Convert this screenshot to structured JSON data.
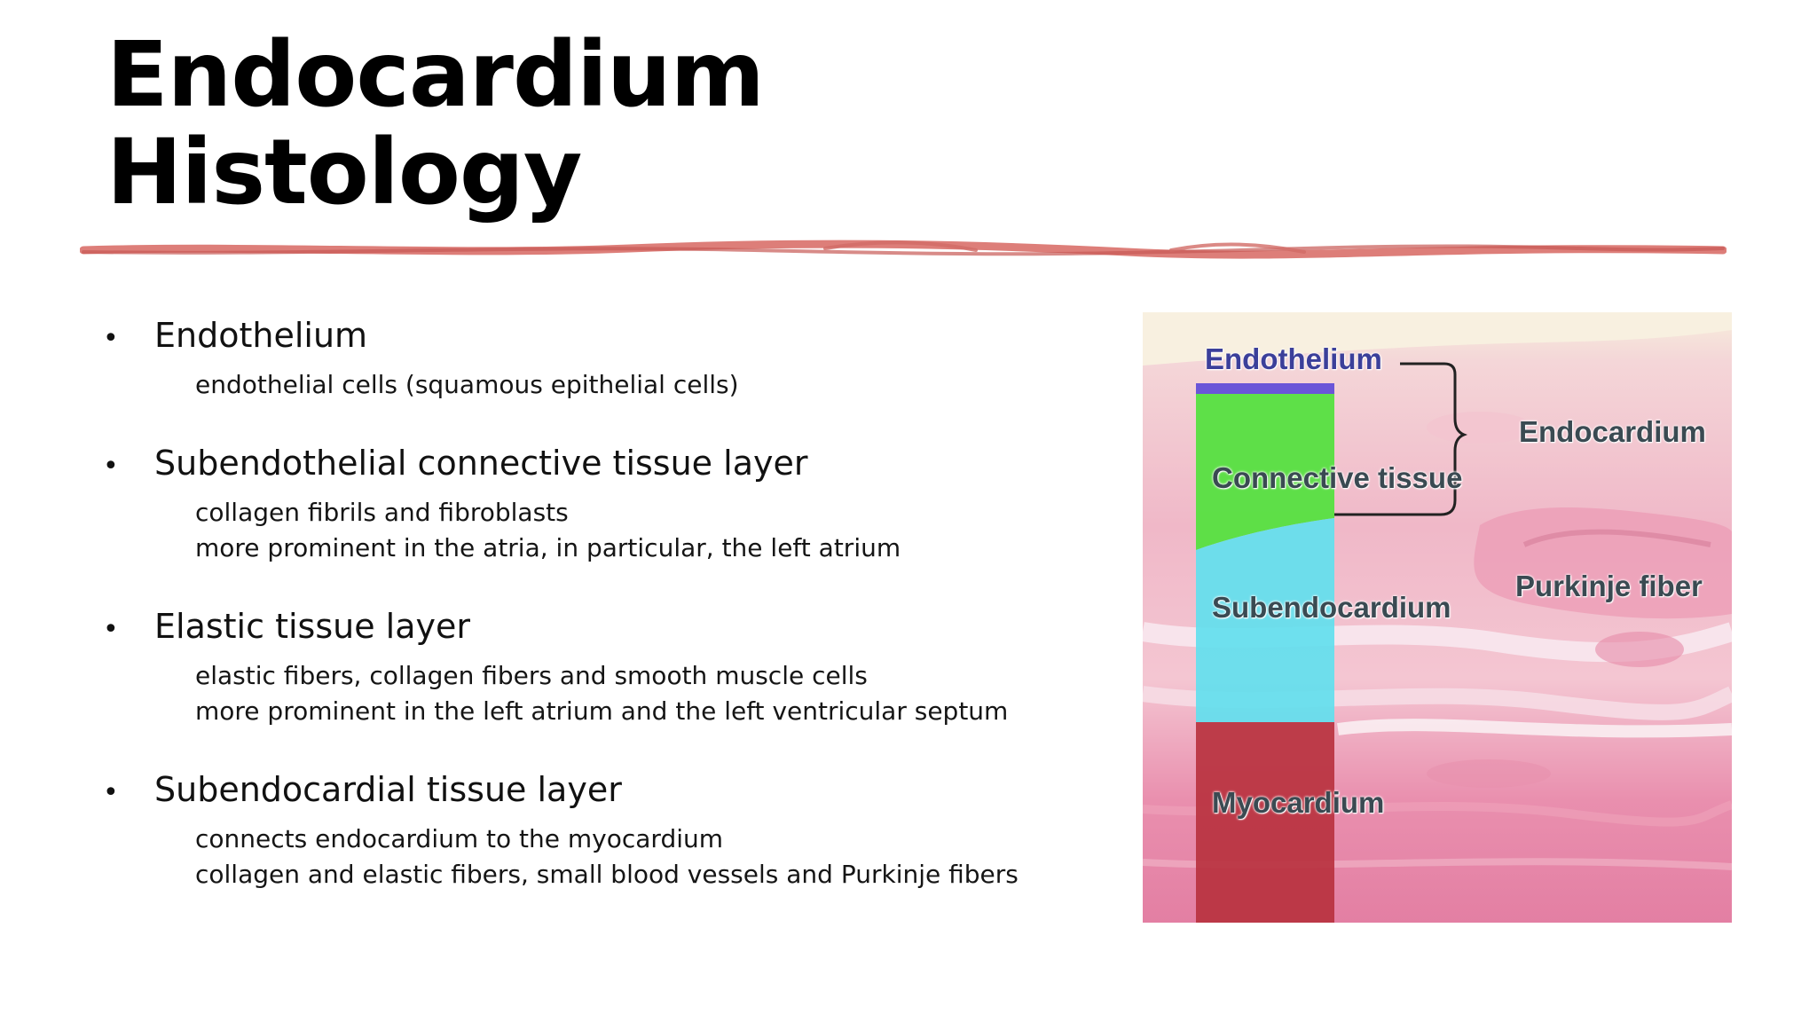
{
  "slide": {
    "title_line1": "Endocardium",
    "title_line2": "Histology",
    "divider_color": "#d9706a",
    "bullets": [
      {
        "heading": "Endothelium",
        "details": [
          "endothelial cells (squamous epithelial cells)"
        ]
      },
      {
        "heading": "Subendothelial connective tissue layer",
        "details": [
          "collagen fibrils and fibroblasts",
          "more prominent in the atria, in particular, the left atrium"
        ]
      },
      {
        "heading": "Elastic tissue layer",
        "details": [
          "elastic fibers, collagen fibers and smooth muscle cells",
          "more prominent in the left atrium and the left ventricular septum"
        ]
      },
      {
        "heading": "Subendocardial tissue layer",
        "details": [
          "connects endocardium to the myocardium",
          "collagen and elastic fibers, small blood vessels and Purkinje fibers"
        ]
      }
    ]
  },
  "figure": {
    "labels": {
      "endothelium": "Endothelium",
      "connective_tissue": "Connective tissue",
      "endocardium": "Endocardium",
      "purkinje_fiber": "Purkinje fiber",
      "subendocardium": "Subendocardium",
      "myocardium": "Myocardium"
    },
    "colors": {
      "endothelium_band": "#6a55d8",
      "connective_band": "#55e040",
      "subendocardium_band": "#62e0ee",
      "myocardium_band": "#b8323f",
      "tissue_pink": "#f2b8c6",
      "label_text": "#3a4a52",
      "endothelium_label": "#3b3f9a"
    }
  }
}
